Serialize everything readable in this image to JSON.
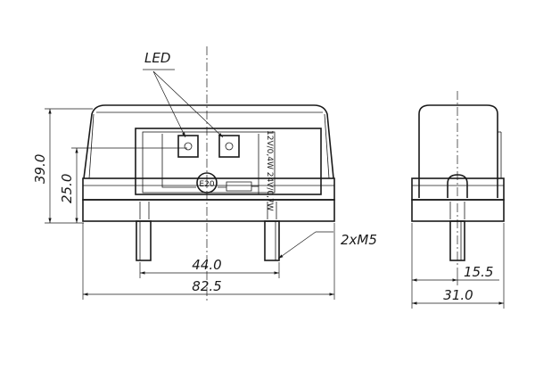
{
  "labels": {
    "led": "LED",
    "rating": "12V/0,4W 24V/0,7W",
    "emark": "E20",
    "thread": "2xM5"
  },
  "dimensions": {
    "height_total": "39.0",
    "height_body": "25.0",
    "stud_spacing": "44.0",
    "total_width": "82.5",
    "side_offset": "15.5",
    "side_width": "31.0"
  },
  "colors": {
    "line": "#1a1a1a",
    "background": "#ffffff"
  }
}
